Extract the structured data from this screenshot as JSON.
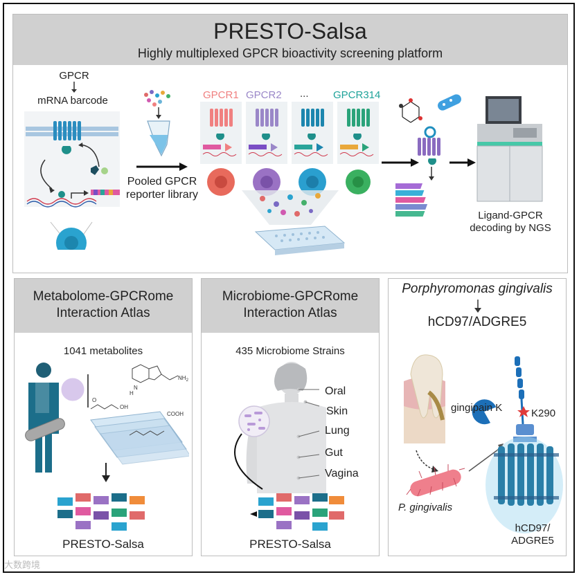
{
  "header": {
    "title": "PRESTO-Salsa",
    "subtitle": "Highly multiplexed GPCR bioactivity screening platform"
  },
  "workflow": {
    "gpcr_label": "GPCR",
    "mrna_label": "mRNA barcode",
    "library_label_1": "Pooled GPCR",
    "library_label_2": "reporter library",
    "gpcr_names": [
      "GPCR1",
      "GPCR2",
      "...",
      "GPCR314"
    ],
    "gpcr_colors": [
      "#f08080",
      "#9a87c8",
      "#333333",
      "#1fa39a"
    ],
    "ngs_label_1": "Ligand-GPCR",
    "ngs_label_2": "decoding by NGS"
  },
  "panels": [
    {
      "title_1": "Metabolome-GPCRome",
      "title_2": "Interaction Atlas",
      "count": "1041 metabolites",
      "footer": "PRESTO-Salsa"
    },
    {
      "title_1": "Microbiome-GPCRome",
      "title_2": "Interaction Atlas",
      "count": "435 Microbiome Strains",
      "sites": [
        "Oral",
        "Skin",
        "Lung",
        "Gut",
        "Vagina"
      ],
      "footer": "PRESTO-Salsa"
    },
    {
      "title_1": "Porphyromonas gingivalis",
      "title_2": "hCD97/ADGRE5",
      "enzyme": "gingipain K",
      "site": "K290",
      "bacterium": "P. gingivalis",
      "receptor_1": "hCD97/",
      "receptor_2": "ADGRE5"
    }
  ],
  "structure_labels": {
    "nh": "N",
    "h": "H",
    "nh2": "NH",
    "nh2_sub": "2",
    "oh": "OH",
    "cooh": "COOH",
    "o": "O"
  },
  "watermark": "大数跨境"
}
